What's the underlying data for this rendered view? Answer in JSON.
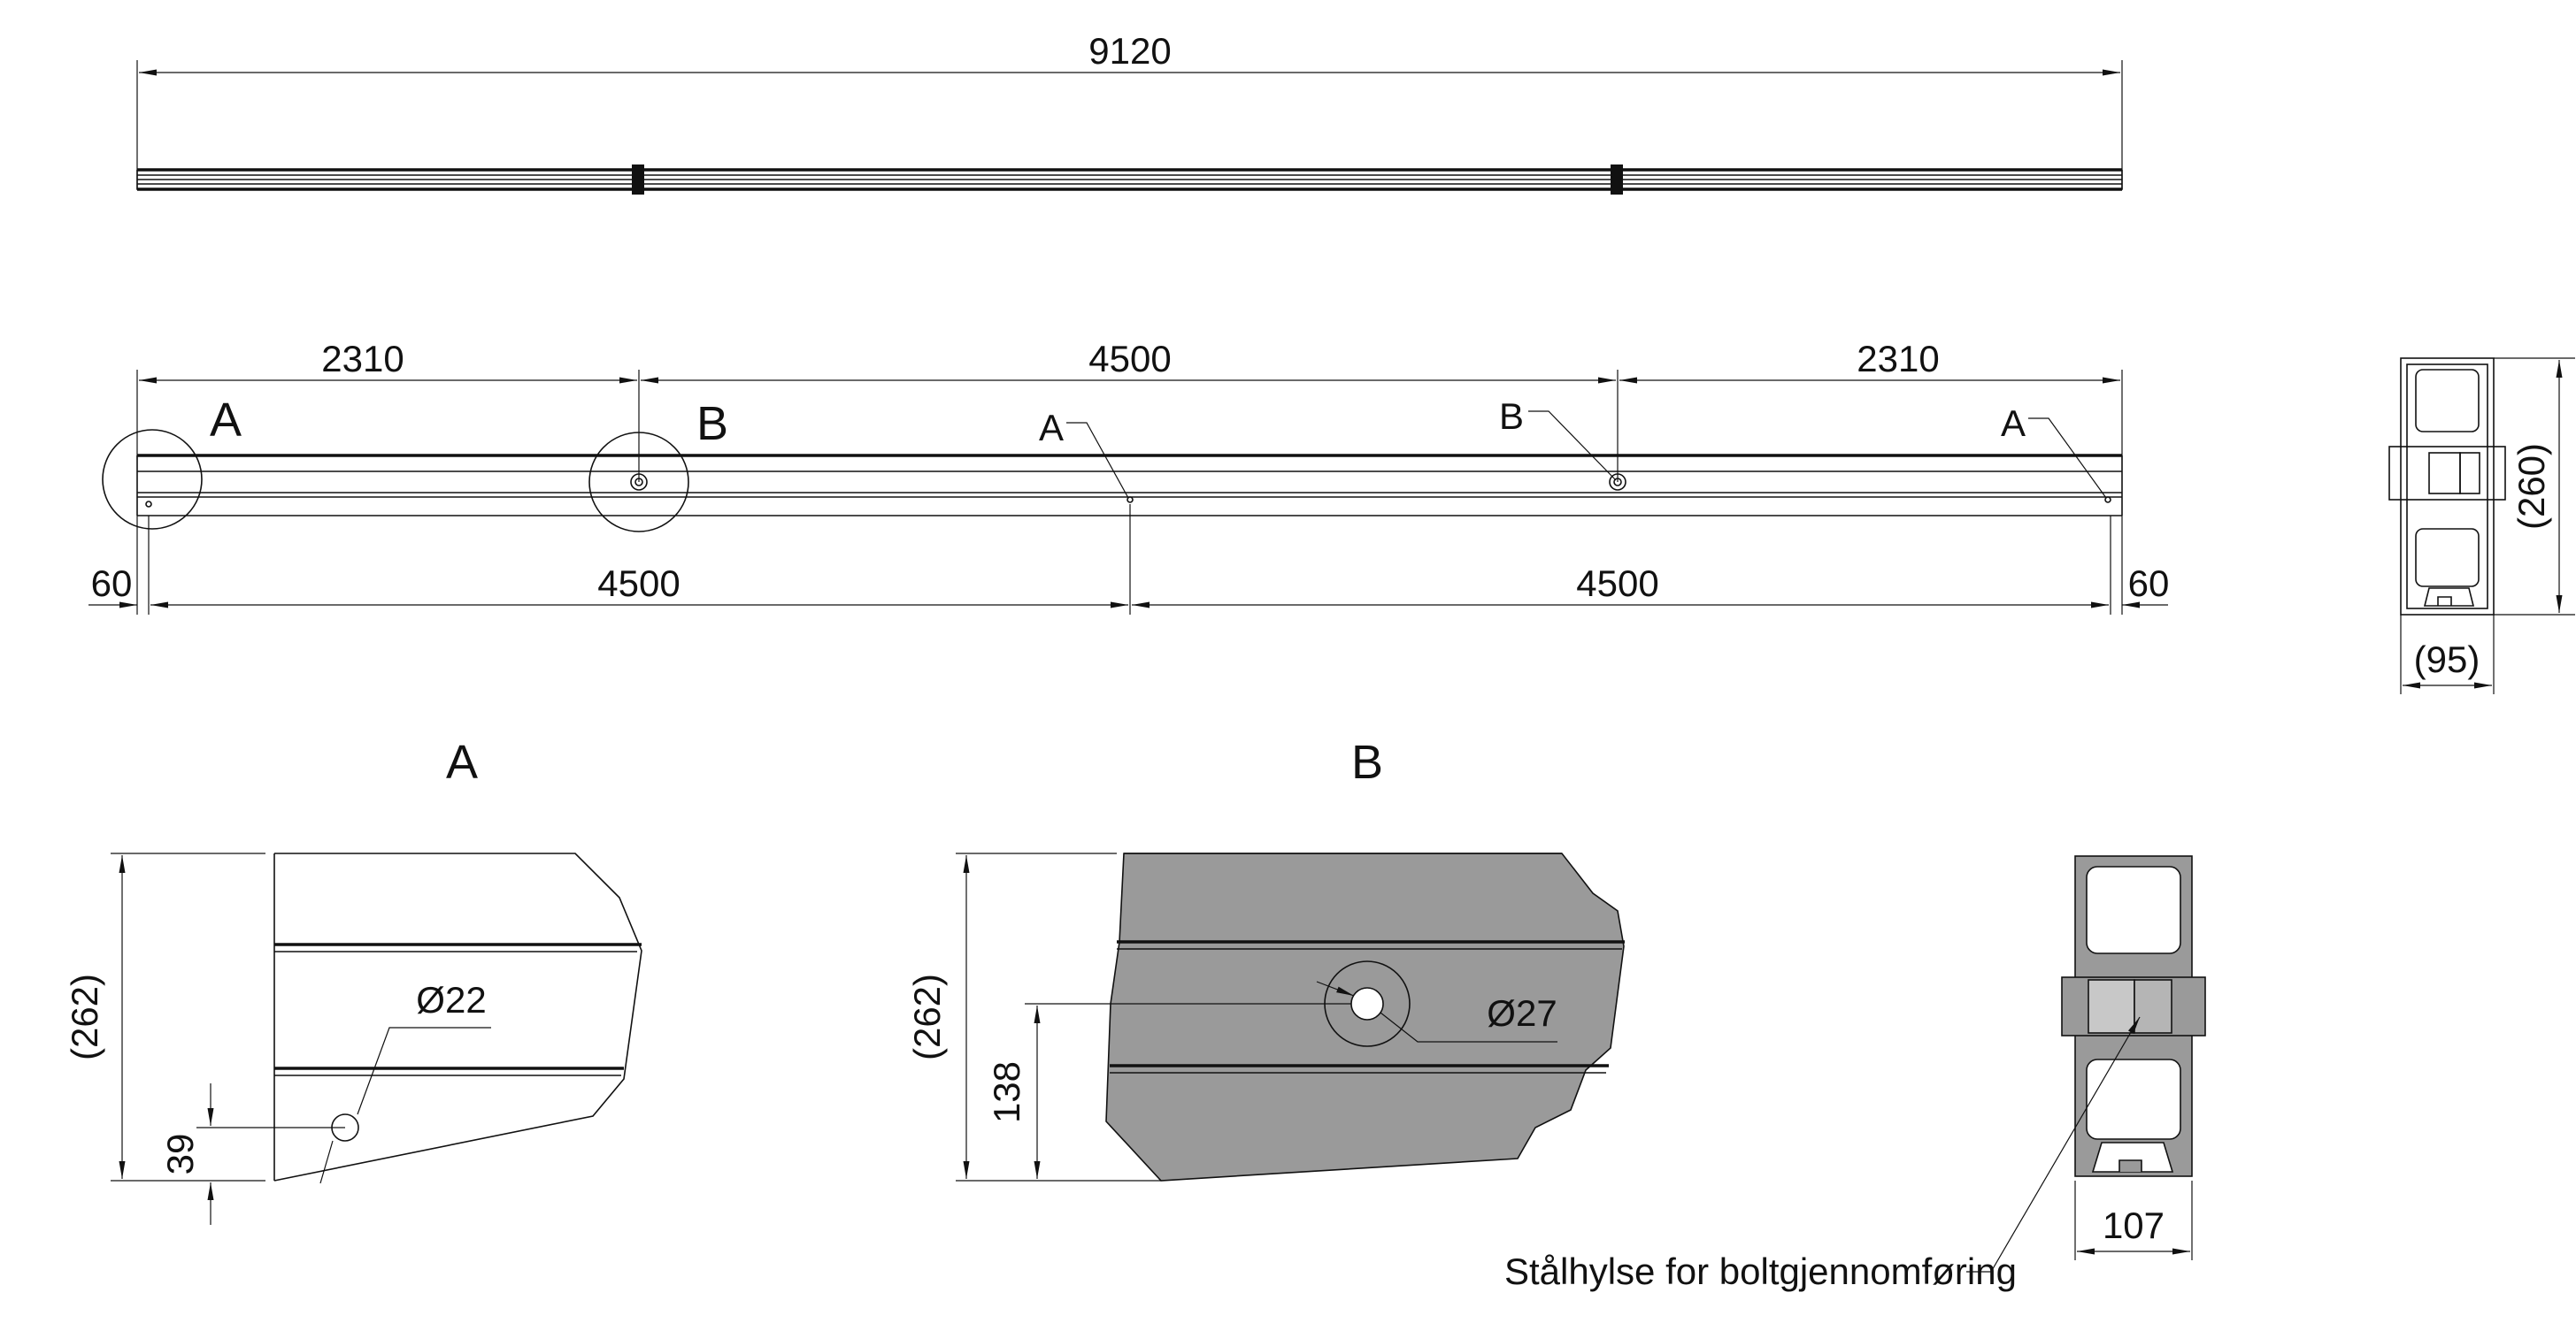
{
  "drawing": {
    "top_view": {
      "overall_length": "9120"
    },
    "side_view": {
      "upper_dims": [
        "2310",
        "4500",
        "2310"
      ],
      "lower_dims": [
        "60",
        "4500",
        "4500",
        "60"
      ],
      "detail_marks": [
        "A",
        "B",
        "A",
        "B",
        "A"
      ]
    },
    "end_section": {
      "height": "(260)",
      "width": "(95)"
    },
    "detail_a": {
      "title": "A",
      "height": "(262)",
      "hole_diameter": "Ø22",
      "hole_offset": "39"
    },
    "detail_b": {
      "title": "B",
      "height": "(262)",
      "hole_diameter": "Ø27",
      "hole_offset": "138"
    },
    "sleeve_section": {
      "width": "107",
      "callout": "Stålhylse for boltgjennomføring"
    }
  }
}
